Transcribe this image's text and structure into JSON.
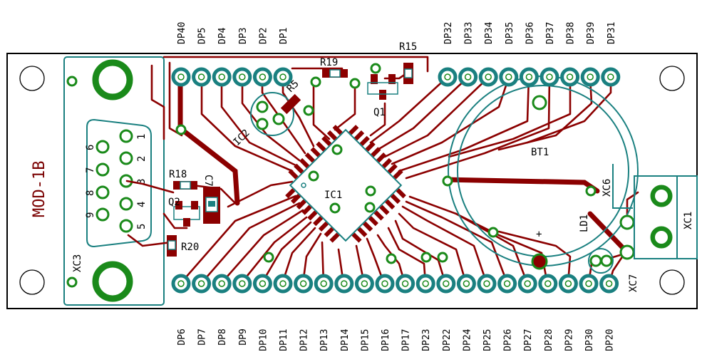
{
  "board": {
    "title": "MOD-1B",
    "colors": {
      "copper": "#8b0000",
      "outline": "#1a8080",
      "via": "#1a8a1a",
      "edge": "#000000"
    }
  },
  "pins_top_left": [
    "DP40",
    "DP5",
    "DP4",
    "DP3",
    "DP2",
    "DP1"
  ],
  "pins_top_right": [
    "DP32",
    "DP33",
    "DP34",
    "DP35",
    "DP36",
    "DP37",
    "DP38",
    "DP39",
    "DP31"
  ],
  "pins_bottom": [
    "DP6",
    "DP7",
    "DP8",
    "DP9",
    "DP10",
    "DP11",
    "DP12",
    "DP13",
    "DP14",
    "DP15",
    "DP16",
    "DP17",
    "DP23",
    "DP22",
    "DP24",
    "DP25",
    "DP26",
    "DP27",
    "DP28",
    "DP29",
    "DP30",
    "DP20"
  ],
  "components": {
    "r15": "R15",
    "r19": "R19",
    "r5": "R5",
    "q1": "Q1",
    "ic2": "IC2",
    "ic1": "IC1",
    "bt1": "BT1",
    "r18": "R18",
    "c7": "C7",
    "q2": "Q2",
    "r20": "R20",
    "xc3": "XC3",
    "xc6": "XC6",
    "ld1": "LD1",
    "xc7": "XC7",
    "xc1": "XC1",
    "plus": "+"
  },
  "db9_pins": [
    "1",
    "2",
    "3",
    "4",
    "5",
    "6",
    "7",
    "8",
    "9"
  ]
}
